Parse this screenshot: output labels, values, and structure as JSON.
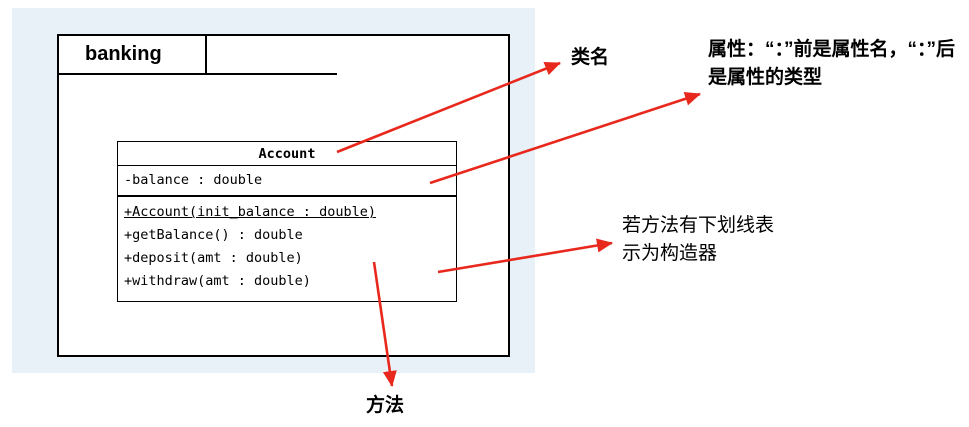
{
  "package": {
    "name": "banking"
  },
  "class_box": {
    "title": "Account",
    "attributes": [
      "-balance : double"
    ],
    "methods": [
      {
        "text": "+Account(init_balance : double)",
        "underline": true
      },
      {
        "text": "+getBalance() : double",
        "underline": false
      },
      {
        "text": "+deposit(amt : double)",
        "underline": false
      },
      {
        "text": "+withdraw(amt : double)",
        "underline": false
      }
    ]
  },
  "annotations": {
    "class_name_label": "类名",
    "attribute_note": "属性：“：”前是属性名，“：”后是属性的类型",
    "constructor_note": "若方法有下划线表示为构造器",
    "method_label": "方法"
  },
  "colors": {
    "arrow_red": "#e8281c",
    "panel_blue": "#e8f1f8",
    "box_border": "#000000"
  }
}
